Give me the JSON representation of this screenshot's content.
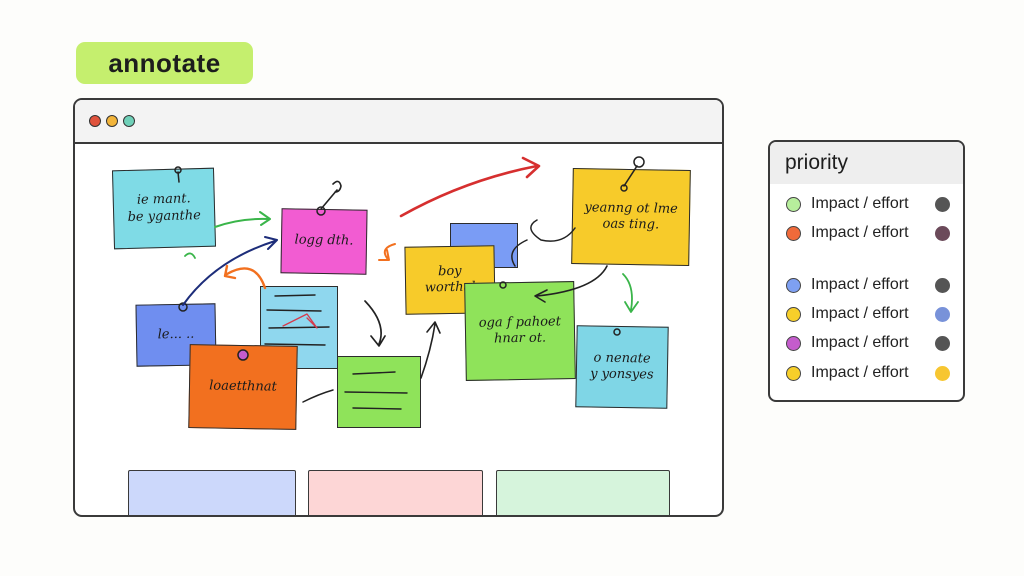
{
  "badge": {
    "label": "annotate"
  },
  "window": {
    "traffic_lights": [
      "#e0533d",
      "#f2b43a",
      "#6fd0b8"
    ],
    "notes": [
      {
        "id": "n1",
        "text": "ie mant.\nbe yganthe",
        "color": "#7fdbe6"
      },
      {
        "id": "n2",
        "text": "logg dth.",
        "color": "#f25cd2"
      },
      {
        "id": "n3",
        "text": "",
        "color": "#7a9cf5"
      },
      {
        "id": "n4",
        "text": "boy\nworthal",
        "color": "#f7cb2a"
      },
      {
        "id": "n5",
        "text": "yeanng ot lme\noas ting.",
        "color": "#f7cb2a"
      },
      {
        "id": "n6",
        "text": "le... ..",
        "color": "#6f8ef0"
      },
      {
        "id": "n7",
        "text": "",
        "color": "#8fd7ee"
      },
      {
        "id": "n8",
        "text": "loaetthnat",
        "color": "#f2701f"
      },
      {
        "id": "n9",
        "text": "",
        "color": "#8fe35a"
      },
      {
        "id": "n10",
        "text": "oga f pahoet\nhnar ot.",
        "color": "#8fe35a"
      },
      {
        "id": "n11",
        "text": "o nenate\ny yonsyes",
        "color": "#7fd6e6"
      }
    ],
    "panels": [
      {
        "id": "p1",
        "color": "#ccd8fb"
      },
      {
        "id": "p2",
        "color": "#fdd6d6"
      },
      {
        "id": "p3",
        "color": "#d6f4dc"
      }
    ]
  },
  "legend": {
    "title": "priority",
    "items": [
      {
        "label": "Impact / effort",
        "color": "#b7ee9c",
        "mark": "#555555"
      },
      {
        "label": "Impact / effort",
        "color": "#f06a3a",
        "mark": "#6b4a5a"
      },
      {
        "label": "Impact / effort",
        "color": "#7ea0f2",
        "mark": "#555555"
      },
      {
        "label": "Impact / effort",
        "color": "#f7cf2a",
        "mark": "#7892d9"
      },
      {
        "label": "Impact / effort",
        "color": "#c45ccc",
        "mark": "#555555"
      },
      {
        "label": "Impact / effort",
        "color": "#f7cf2a",
        "mark": "#f7c631"
      }
    ]
  }
}
